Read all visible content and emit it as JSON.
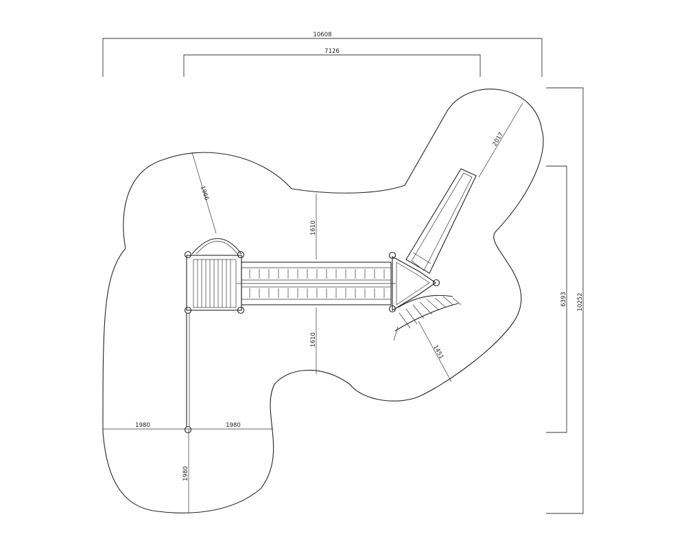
{
  "drawing": {
    "dimensions": {
      "overall_width": "10608",
      "inner_width": "7126",
      "overall_height": "10252",
      "inner_height": "6393",
      "radius_left_top": "1966",
      "radius_right_top": "2017",
      "gap_top": "1610",
      "gap_bottom": "1610",
      "radius_bottom_left_horizontal": "1980",
      "radius_bottom_right_horizontal": "1980",
      "radius_bottom_vertical": "1980",
      "radius_right_bottom": "1451"
    },
    "colors": {
      "line": "#222222",
      "background": "#ffffff"
    }
  }
}
